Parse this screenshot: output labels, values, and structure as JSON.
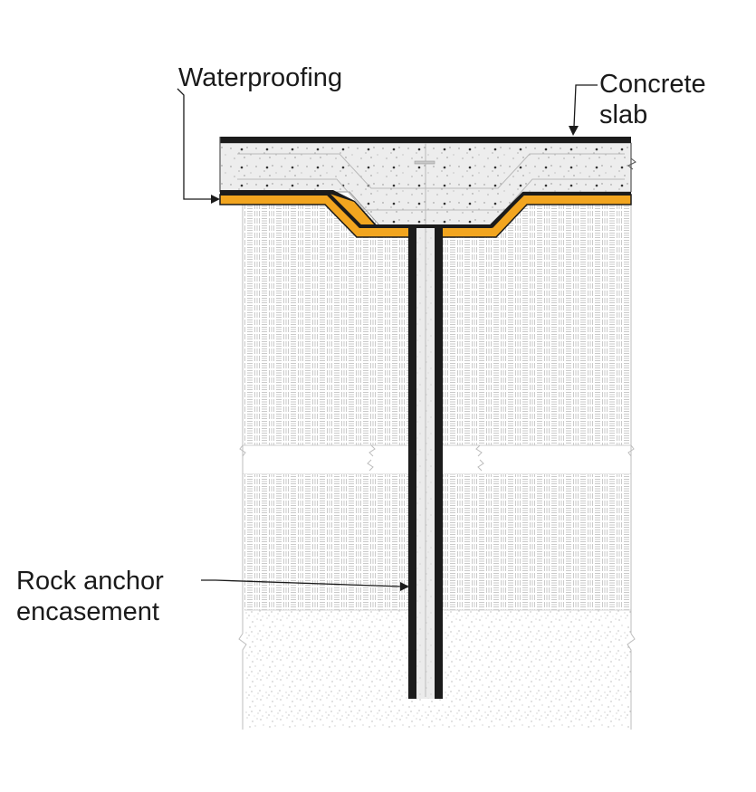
{
  "labels": {
    "waterproofing": "Waterproofing",
    "concrete_line1": "Concrete",
    "concrete_line2": "slab",
    "rock_line1": "Rock anchor",
    "rock_line2": "encasement"
  },
  "colors": {
    "waterproofing": "#f2a51f",
    "membrane": "#1b1b1b",
    "concrete": "#ececec",
    "soil_hatch": "#c9c9c9",
    "rock_stipple": "#9a9a9a",
    "encasement_fill": "#e9e9e9"
  }
}
